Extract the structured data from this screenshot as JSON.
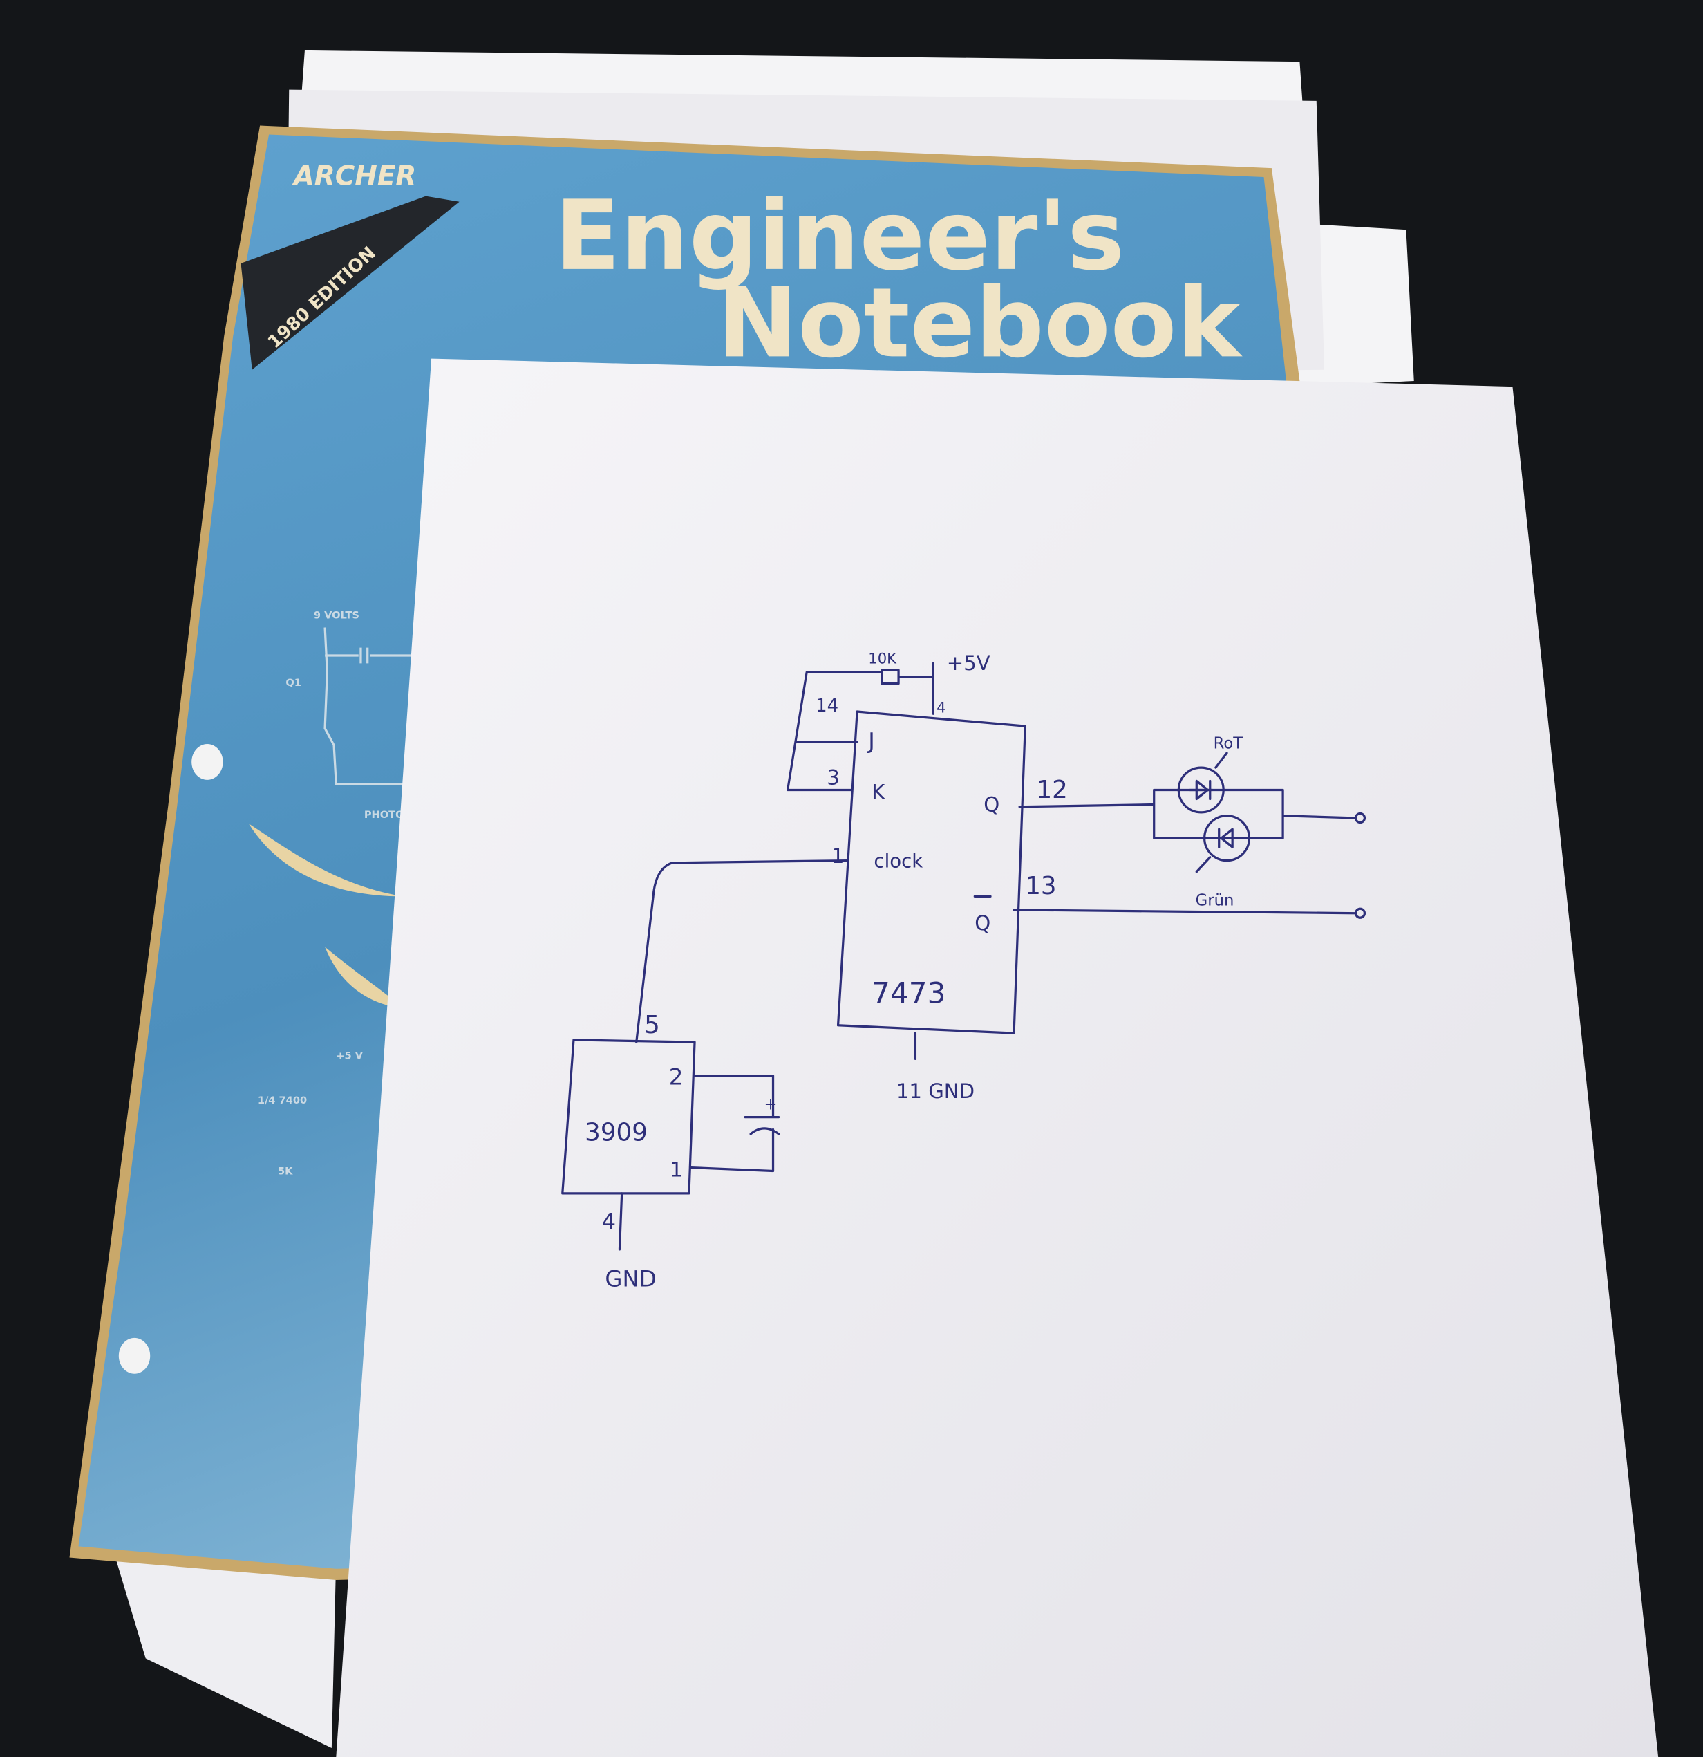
{
  "book": {
    "brand": "ARCHER",
    "edition": "1980 EDITION",
    "title_line1": "Engineer's",
    "title_line2": "Notebook",
    "cover_labels": {
      "volts": "9 VOLTS",
      "transistor": "Q1",
      "photo": "PHOTO",
      "supply": "+5 V",
      "gate": "1/4 7400",
      "resistor": "5K"
    }
  },
  "schematic": {
    "flipflop": {
      "part": "7473",
      "pin_j": "J",
      "pin_k": "K",
      "pin_clock": "clock",
      "pin_q": "Q",
      "pin_qbar": "Q",
      "pin4": "4",
      "pin14": "14",
      "pin3": "3",
      "pin1": "1",
      "pin12": "12",
      "pin13": "13",
      "pin11_label": "11 GND"
    },
    "supply": "+5V",
    "resistor": "10K",
    "led_red": "RoT",
    "led_green": "Grün",
    "timer": {
      "part": "3909",
      "pin5": "5",
      "pin2": "2",
      "pin1": "1",
      "pin4": "4",
      "gnd": "GND",
      "cap_plus": "+"
    }
  },
  "colors": {
    "background": "#141619",
    "cover_blue": "#5d9dc8",
    "paper": "#f3f2f5",
    "ink": "#2e2f7a",
    "cover_text": "#f0e4c6"
  }
}
